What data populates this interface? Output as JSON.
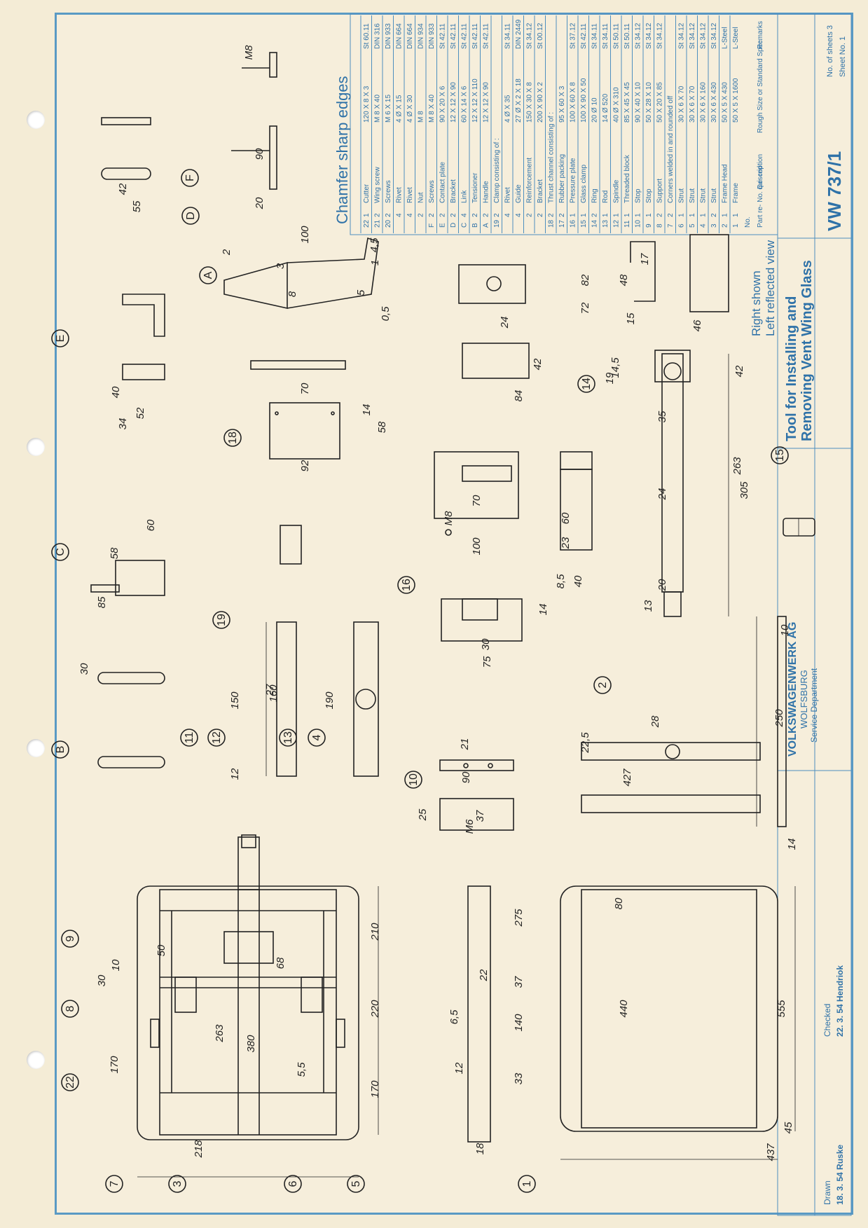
{
  "title_block": {
    "chamfer_note": "Chamfer sharp edges",
    "tool_title_1": "Tool for Installing and",
    "tool_title_2": "Removing Vent Wing Glass",
    "drawing_no": "VW 737/1",
    "no_of_sheets": "No. of sheets 3",
    "sheet_no": "Sheet No. 1",
    "company": "VOLKSWAGENWERK AG",
    "city": "WOLFSBURG",
    "department": "Service Department",
    "drawn_label": "Drawn",
    "drawn_value": "18. 3. 54 Ruske",
    "checked_label": "Checked",
    "checked_value": "22. 3. 54 Hendriok",
    "view_note_1": "Right shown",
    "view_note_2": "Left reflected view",
    "col_no": "No.",
    "col_part": "Part re- No. qui- red",
    "col_desc": "Description",
    "col_size": "Rough Size or Standard Spec.",
    "col_remarks": "Remarks"
  },
  "parts_list": [
    {
      "no": "22",
      "qty": "1",
      "desc": "Cutter",
      "size": "120 X 8 X 3",
      "spec": "St 60.11"
    },
    {
      "no": "21",
      "qty": "2",
      "desc": "Wing screw",
      "size": "M 8 X 40",
      "spec": "DIN 316"
    },
    {
      "no": "20",
      "qty": "2",
      "desc": "Screws",
      "size": "M 6 X 15",
      "spec": "DIN 933"
    },
    {
      "no": "",
      "qty": "4",
      "desc": "Rivet",
      "size": "4 Ø X 15",
      "spec": "DIN 664"
    },
    {
      "no": "",
      "qty": "4",
      "desc": "Rivet",
      "size": "4 Ø X 30",
      "spec": "DIN 664"
    },
    {
      "no": "",
      "qty": "2",
      "desc": "Nut",
      "size": "M 8",
      "spec": "DIN 934"
    },
    {
      "no": "F",
      "qty": "2",
      "desc": "Screws",
      "size": "M 8 X 40",
      "spec": "DIN 933"
    },
    {
      "no": "E",
      "qty": "2",
      "desc": "Contact plate",
      "size": "90 X 20 X 6",
      "spec": "St 42.11"
    },
    {
      "no": "D",
      "qty": "2",
      "desc": "Bracket",
      "size": "12 X 12 X 90",
      "spec": "St 42.11"
    },
    {
      "no": "C",
      "qty": "4",
      "desc": "Link",
      "size": "60 X 14 X 6",
      "spec": "St 42.11"
    },
    {
      "no": "B",
      "qty": "2",
      "desc": "Tensioner",
      "size": "12 X 12 X 110",
      "spec": "St 42.11"
    },
    {
      "no": "A",
      "qty": "2",
      "desc": "Handle",
      "size": "12 X 12 X 90",
      "spec": "St 42.11"
    },
    {
      "no": "19",
      "qty": "2",
      "desc": "Clamp consisting of :",
      "size": "",
      "spec": ""
    },
    {
      "no": "",
      "qty": "4",
      "desc": "Rivet",
      "size": "4 Ø X 35",
      "spec": "St 34.11"
    },
    {
      "no": "",
      "qty": "4",
      "desc": "Guide",
      "size": "27 Ø X 2 X 18",
      "spec": "DIN 2449"
    },
    {
      "no": "",
      "qty": "2",
      "desc": "Reinforcement",
      "size": "150 X 30 X 8",
      "spec": "St 34.12"
    },
    {
      "no": "",
      "qty": "2",
      "desc": "Bracket",
      "size": "200 X 90 X 2",
      "spec": "St 00.12"
    },
    {
      "no": "18",
      "qty": "2",
      "desc": "Thrust channel consisting of :",
      "size": "",
      "spec": ""
    },
    {
      "no": "17",
      "qty": "2",
      "desc": "Rubber packing",
      "size": "95 X 60 X 3",
      "spec": ""
    },
    {
      "no": "16",
      "qty": "1",
      "desc": "Pressure plate",
      "size": "100 X 60 X 8",
      "spec": "St 37.12"
    },
    {
      "no": "15",
      "qty": "1",
      "desc": "Glass clamp",
      "size": "100 X 90 X 50",
      "spec": "St 42.11"
    },
    {
      "no": "14",
      "qty": "2",
      "desc": "Ring",
      "size": "20 Ø 10",
      "spec": "St 34.11"
    },
    {
      "no": "13",
      "qty": "1",
      "desc": "Rod",
      "size": "14 Ø 520",
      "spec": "St 34.11"
    },
    {
      "no": "12",
      "qty": "1",
      "desc": "Spindle",
      "size": "40 Ø X 310",
      "spec": "St 50.11"
    },
    {
      "no": "11",
      "qty": "1",
      "desc": "Threaded block",
      "size": "85 X 45 X 45",
      "spec": "St 50.11"
    },
    {
      "no": "10",
      "qty": "1",
      "desc": "Stop",
      "size": "90 X 40 X 10",
      "spec": "St 34.12"
    },
    {
      "no": "9",
      "qty": "1",
      "desc": "Stop",
      "size": "50 X 28 X 10",
      "spec": "St 34.12"
    },
    {
      "no": "8",
      "qty": "2",
      "desc": "Support",
      "size": "50 X 20 X 85",
      "spec": "St 34.12"
    },
    {
      "no": "7",
      "qty": "2",
      "desc": "Corners welded in and rounded off",
      "size": "",
      "spec": ""
    },
    {
      "no": "6",
      "qty": "1",
      "desc": "Strut",
      "size": "30 X 6 X 70",
      "spec": "St 34.12"
    },
    {
      "no": "5",
      "qty": "1",
      "desc": "Strut",
      "size": "30 X 6 X 70",
      "spec": "St 34.12"
    },
    {
      "no": "4",
      "qty": "1",
      "desc": "Strut",
      "size": "30 X 6 X 160",
      "spec": "St 34.12"
    },
    {
      "no": "3",
      "qty": "2",
      "desc": "Strut",
      "size": "30 X 6 X 430",
      "spec": "St 34.12"
    },
    {
      "no": "2",
      "qty": "1",
      "desc": "Frame Head",
      "size": "50 X 5 X 430",
      "spec": "L-Steel"
    },
    {
      "no": "1",
      "qty": "1",
      "desc": "Frame",
      "size": "50 X 5 X 1600",
      "spec": "L-Steel"
    }
  ],
  "part_callouts": [
    "1",
    "2",
    "3",
    "4",
    "5",
    "6",
    "7",
    "8",
    "9",
    "10",
    "11",
    "12",
    "13",
    "14",
    "15",
    "16",
    "18",
    "19",
    "22",
    "A",
    "B",
    "C",
    "D",
    "E",
    "F"
  ],
  "dimensions": [
    "218",
    "170",
    "220",
    "210",
    "170",
    "380",
    "263",
    "50",
    "68",
    "30",
    "10",
    "5,5",
    "440",
    "555",
    "45",
    "80",
    "427",
    "437",
    "275",
    "37",
    "140",
    "33",
    "6,5",
    "22",
    "12",
    "18",
    "250",
    "14",
    "10",
    "28",
    "22,5",
    "90",
    "37",
    "21",
    "25",
    "M6",
    "75",
    "30",
    "14",
    "100",
    "70",
    "M8",
    "60",
    "23",
    "40",
    "8,5",
    "305",
    "263",
    "24",
    "20",
    "13",
    "42",
    "19",
    "14,5",
    "35",
    "92",
    "58",
    "70",
    "14",
    "84",
    "42",
    "24",
    "82",
    "72",
    "48",
    "17",
    "15",
    "46",
    "100",
    "4,5",
    "1",
    "8",
    "5",
    "0,5",
    "3",
    "2",
    "150",
    "160",
    "190",
    "27",
    "12",
    "30",
    "85",
    "58",
    "60",
    "52",
    "40",
    "34",
    "55",
    "42",
    "90",
    "20",
    "M8"
  ]
}
